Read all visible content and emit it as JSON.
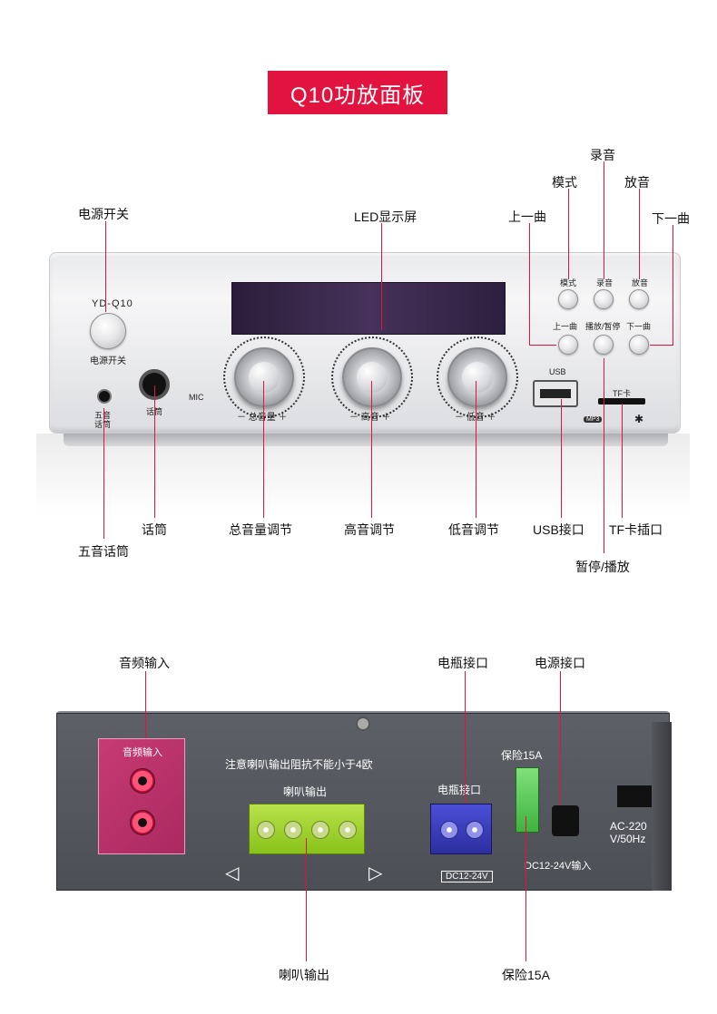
{
  "title": "Q10功放面板",
  "front_callouts": {
    "power_switch": "电源开关",
    "led_display": "LED显示屏",
    "mode": "模式",
    "record": "录音",
    "play": "放音",
    "prev_track": "上一曲",
    "next_track": "下一曲",
    "five_tone_mic": "五音话筒",
    "mic": "话筒",
    "master_volume": "总音量调节",
    "treble": "高音调节",
    "bass": "低音调节",
    "usb": "USB接口",
    "tf_slot": "TF卡插口",
    "pause_play": "暂停/播放"
  },
  "front_panel": {
    "model": "YD-Q10",
    "power_label": "电源开关",
    "jack1_label_line1": "五音",
    "jack1_label_line2": "话筒",
    "jack2_label": "话筒",
    "mic_label": "MIC",
    "knob1": "－ 总音量 ＋",
    "knob2": "－ 高音 ＋",
    "knob3": "－ 低音 ＋",
    "btn_mode": "模式",
    "btn_record": "录音",
    "btn_play": "放音",
    "btn_prev": "上一曲",
    "btn_playpause": "播放/暂停",
    "btn_next": "下一曲",
    "usb_label": "USB",
    "tf_label": "TF卡",
    "mp3_label": "MP3"
  },
  "back_callouts": {
    "audio_in": "音频输入",
    "battery_port": "电瓶接口",
    "power_port": "电源接口",
    "speaker_out": "喇叭输出",
    "fuse": "保险15A"
  },
  "back_panel": {
    "audio_in_label": "音频输入",
    "note": "注意喇叭输出阻抗不能小于4欧",
    "speaker_label": "喇叭输出",
    "battery_label": "电瓶接口",
    "battery_spec": "DC12-24V",
    "fuse_label": "保险15A",
    "dc_spec": "DC12-24V输入",
    "ac_line1": "AC-220",
    "ac_line2": "V/50Hz"
  },
  "colors": {
    "accent": "#e2133f"
  }
}
